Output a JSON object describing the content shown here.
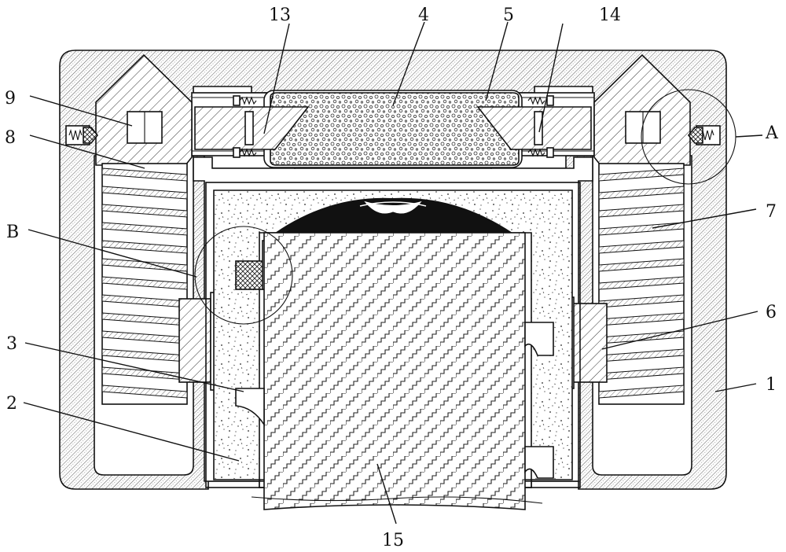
{
  "callouts": {
    "c13": "13",
    "c4": "4",
    "c5": "5",
    "c14": "14",
    "c9": "9",
    "c8": "8",
    "cA": "A",
    "c7": "7",
    "cB": "B",
    "c6": "6",
    "c3": "3",
    "c1": "1",
    "c2": "2",
    "c15": "15"
  }
}
